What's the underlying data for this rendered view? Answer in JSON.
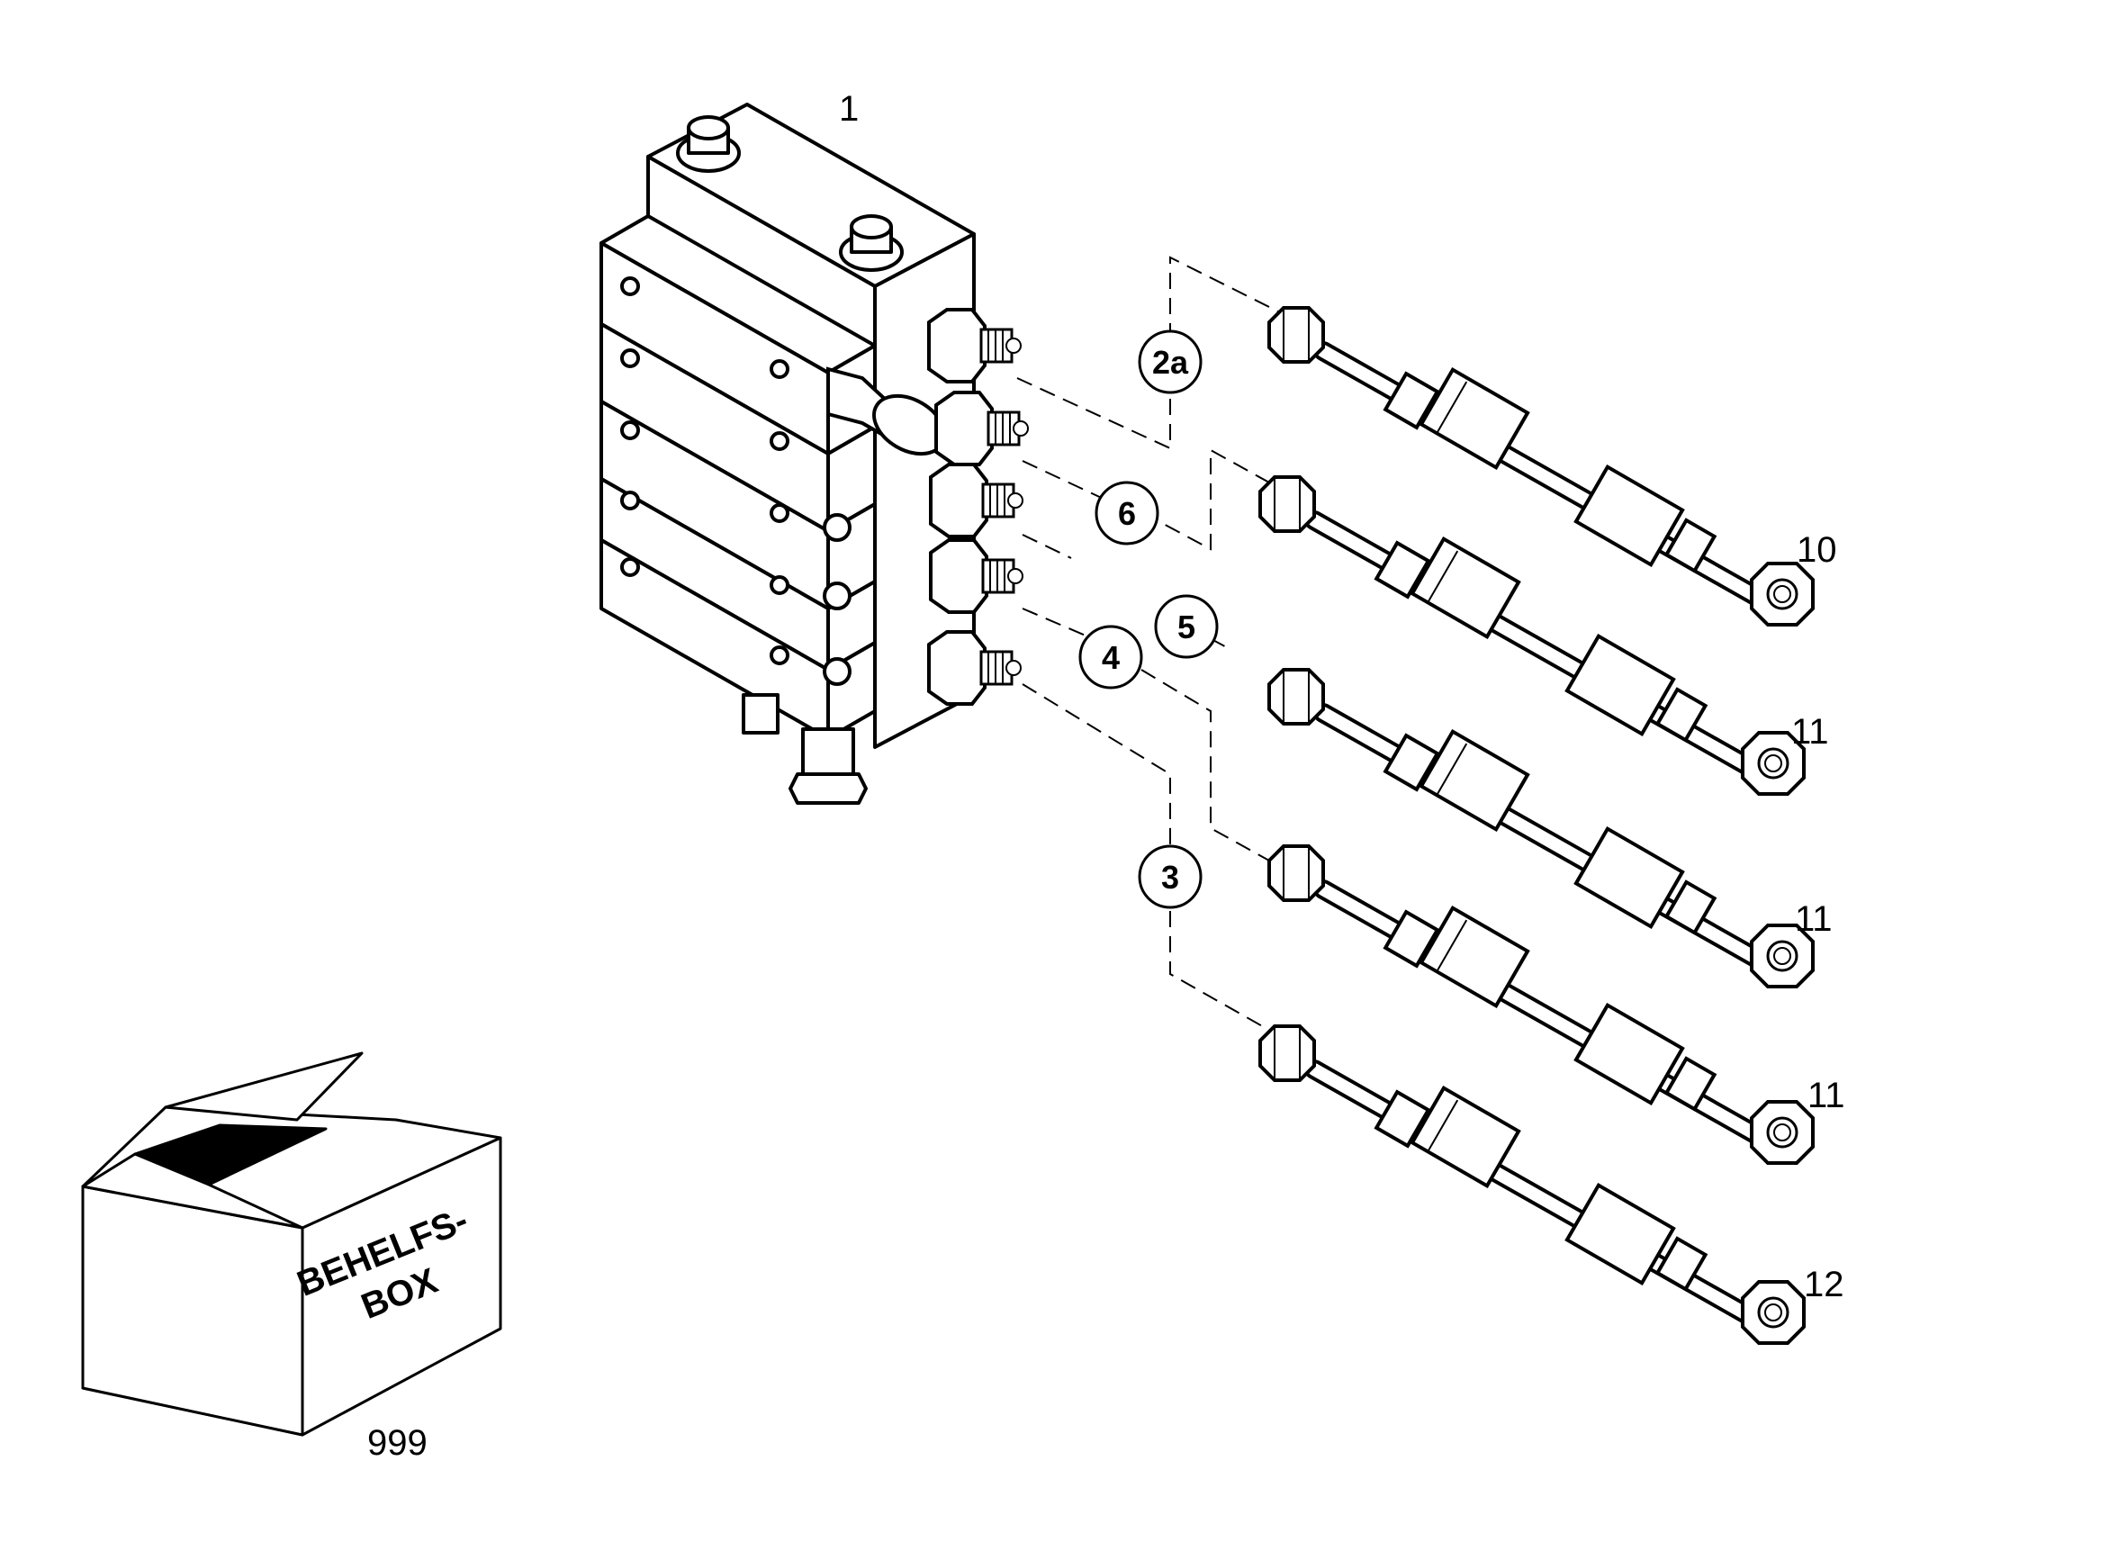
{
  "diagram": {
    "part_labels": {
      "distributor_block": "1",
      "pipe_10": "10",
      "pipe_11_a": "11",
      "pipe_11_b": "11",
      "pipe_11_c": "11",
      "pipe_12": "12",
      "box": "999"
    },
    "callouts": {
      "c2a": "2a",
      "c6": "6",
      "c5": "5",
      "c4": "4",
      "c3": "3"
    },
    "box": {
      "line1": "BEHELFS-",
      "line2": "BOX"
    }
  }
}
